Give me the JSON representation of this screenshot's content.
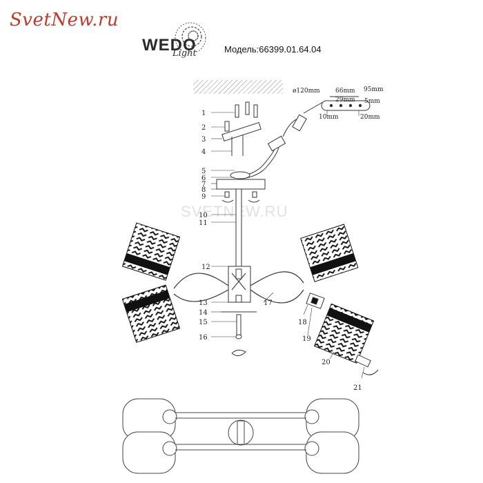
{
  "site_logo": "SvetNew.ru",
  "brand": {
    "name": "WEDO",
    "sub": "Light"
  },
  "model_label": "Модель:66399.01.64.04",
  "watermark": "SVETNEW.RU",
  "dimensions": {
    "diameter": "ø120mm",
    "d66": "66mm",
    "d95": "95mm",
    "d29": "29mm",
    "d5": "5mm",
    "d10": "10mm",
    "d20": "20mm"
  },
  "parts": [
    "1",
    "2",
    "3",
    "4",
    "5",
    "6",
    "7",
    "8",
    "9",
    "10",
    "11",
    "12",
    "13",
    "14",
    "15",
    "16",
    "17",
    "18",
    "19",
    "20",
    "21"
  ]
}
